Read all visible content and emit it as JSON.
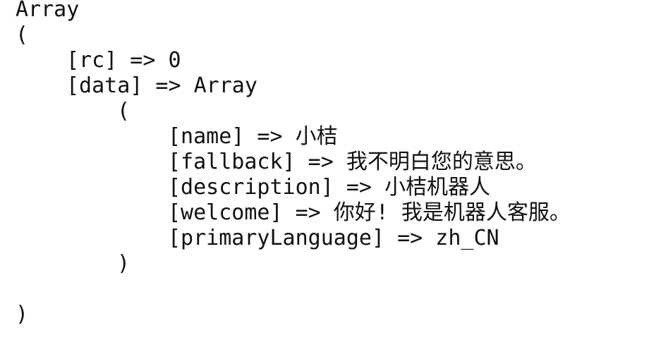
{
  "output": {
    "lines": [
      {
        "text": "Array",
        "indent": 0
      },
      {
        "text": "(",
        "indent": 0
      },
      {
        "text": "[rc] => 0",
        "indent": 1
      },
      {
        "text": "[data] => Array",
        "indent": 1
      },
      {
        "text": "(",
        "indent": 2
      },
      {
        "text": "[name] => 小桔",
        "indent": 3
      },
      {
        "text": "[fallback] => 我不明白您的意思。",
        "indent": 3
      },
      {
        "text": "[description] => 小桔机器人",
        "indent": 3
      },
      {
        "text": "[welcome] => 你好! 我是机器人客服。",
        "indent": 3
      },
      {
        "text": "[primaryLanguage] => zh_CN",
        "indent": 3
      },
      {
        "text": ")",
        "indent": 2
      },
      {
        "text": "",
        "indent": 0
      },
      {
        "text": ")",
        "indent": 0
      }
    ]
  }
}
